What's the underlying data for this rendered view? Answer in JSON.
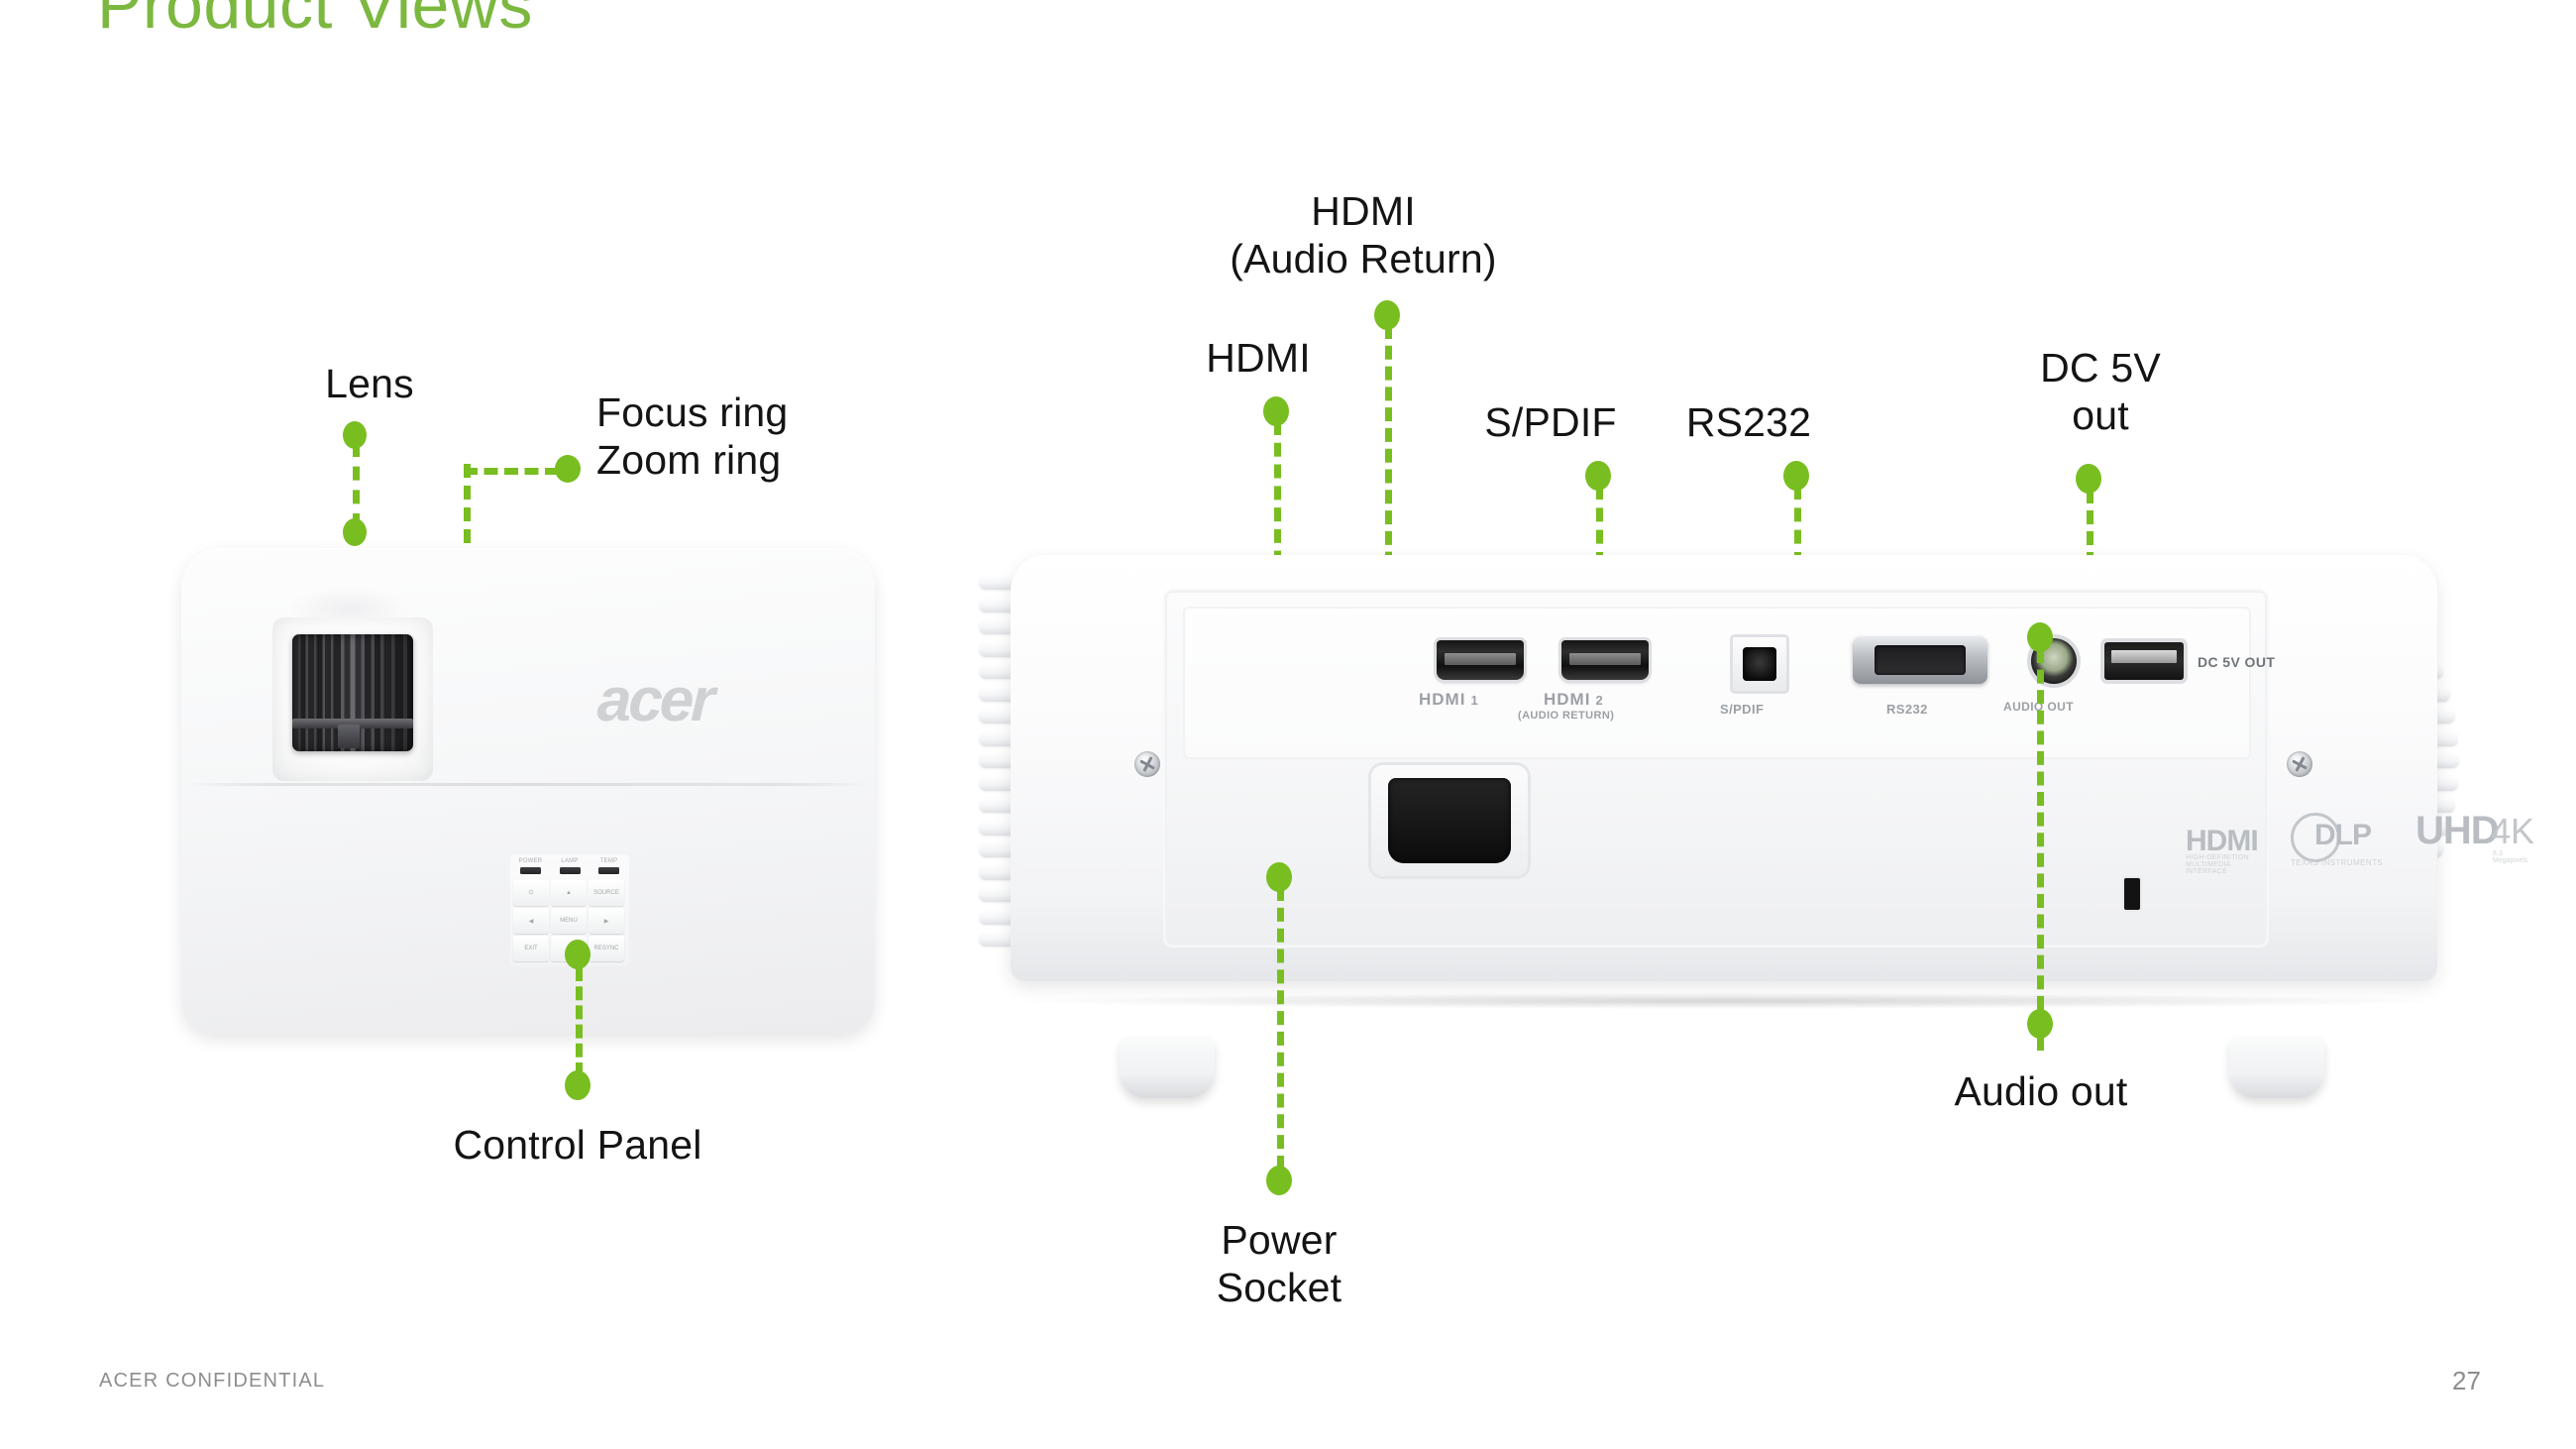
{
  "slide": {
    "title": "Product Views",
    "footer_confidential": "ACER CONFIDENTIAL",
    "page_number": "27",
    "accent_color": "#7cb83f",
    "callout_color": "#78be20",
    "footer_color": "#8d8d8d"
  },
  "top_view": {
    "brand_logo": "acer",
    "callouts": [
      {
        "label": "Lens"
      },
      {
        "label": "Focus ring\nZoom ring"
      },
      {
        "label": "Control Panel"
      }
    ],
    "control_panel": {
      "leds": [
        "POWER",
        "LAMP",
        "TEMP"
      ],
      "buttons": [
        "⏻",
        "▲",
        "SOURCE",
        "◀",
        "MENU",
        "▶",
        "EXIT",
        "▼",
        "RESYNC"
      ]
    }
  },
  "rear_view": {
    "callouts": [
      {
        "label": "HDMI"
      },
      {
        "label": "HDMI\n(Audio Return)"
      },
      {
        "label": "S/PDIF"
      },
      {
        "label": "RS232"
      },
      {
        "label": "DC 5V\nout"
      },
      {
        "label": "Audio out"
      },
      {
        "label": "Power\nSocket"
      }
    ],
    "port_silkscreen": {
      "hdmi1_word": "HDMI",
      "hdmi1_num": "1",
      "hdmi2_word": "HDMI",
      "hdmi2_num": "2",
      "hdmi2_sub": "(AUDIO RETURN)",
      "spdif": "S/PDIF",
      "rs232": "RS232",
      "audio_out": "AUDIO OUT",
      "dc5v_out": "DC 5V OUT"
    },
    "logos": {
      "hdmi": "HDMI",
      "hdmi_sub": "HIGH-DEFINITION MULTIMEDIA INTERFACE",
      "dlp": "DLP",
      "dlp_sub": "TEXAS INSTRUMENTS",
      "uhd": "UHD",
      "uhd_4k": "4K",
      "uhd_sub": "8.3 Megapixels"
    }
  }
}
